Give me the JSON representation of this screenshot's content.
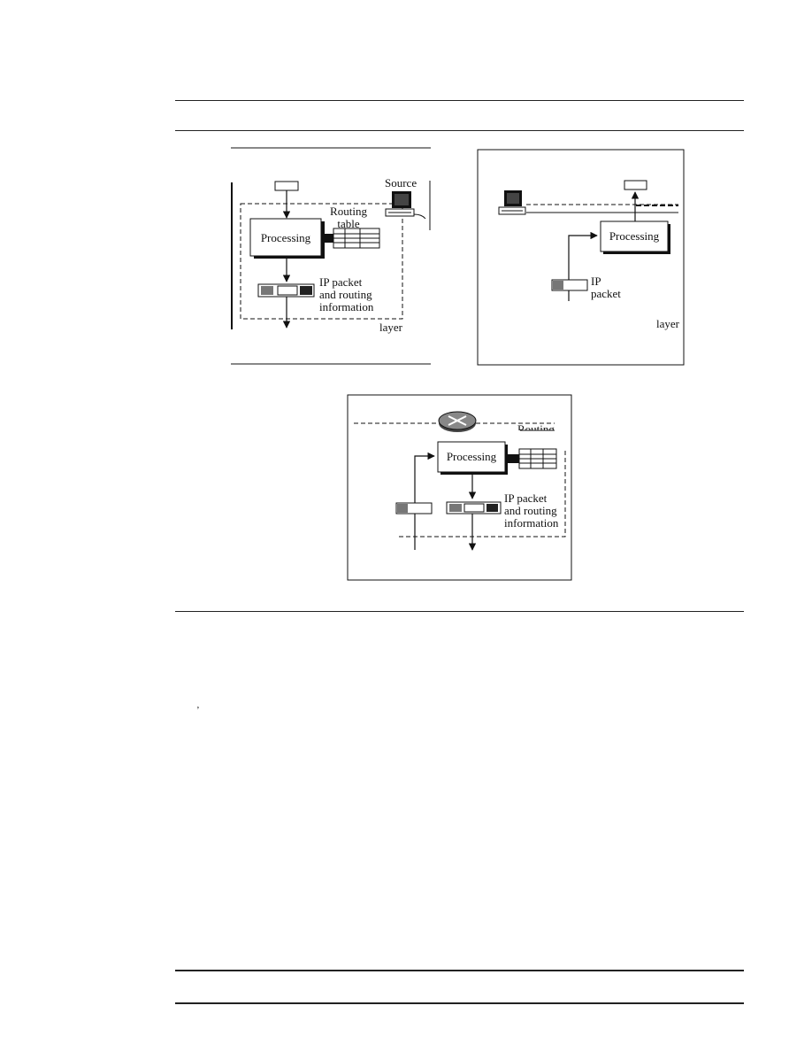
{
  "panel_a": {
    "source_label": "Source",
    "routing_table_label": "Routing\ntable",
    "processing_label": "Processing",
    "packet_label": "IP packet\nand routing\ninformation",
    "layer_label": "layer"
  },
  "panel_b": {
    "processing_label": "Processing",
    "packet_label": "IP\npacket",
    "layer_label": "layer"
  },
  "panel_c": {
    "routing_label": "Routing",
    "processing_label": "Processing",
    "packet_label": "IP packet\nand routing\ninformation"
  },
  "stray_mark": "‚"
}
